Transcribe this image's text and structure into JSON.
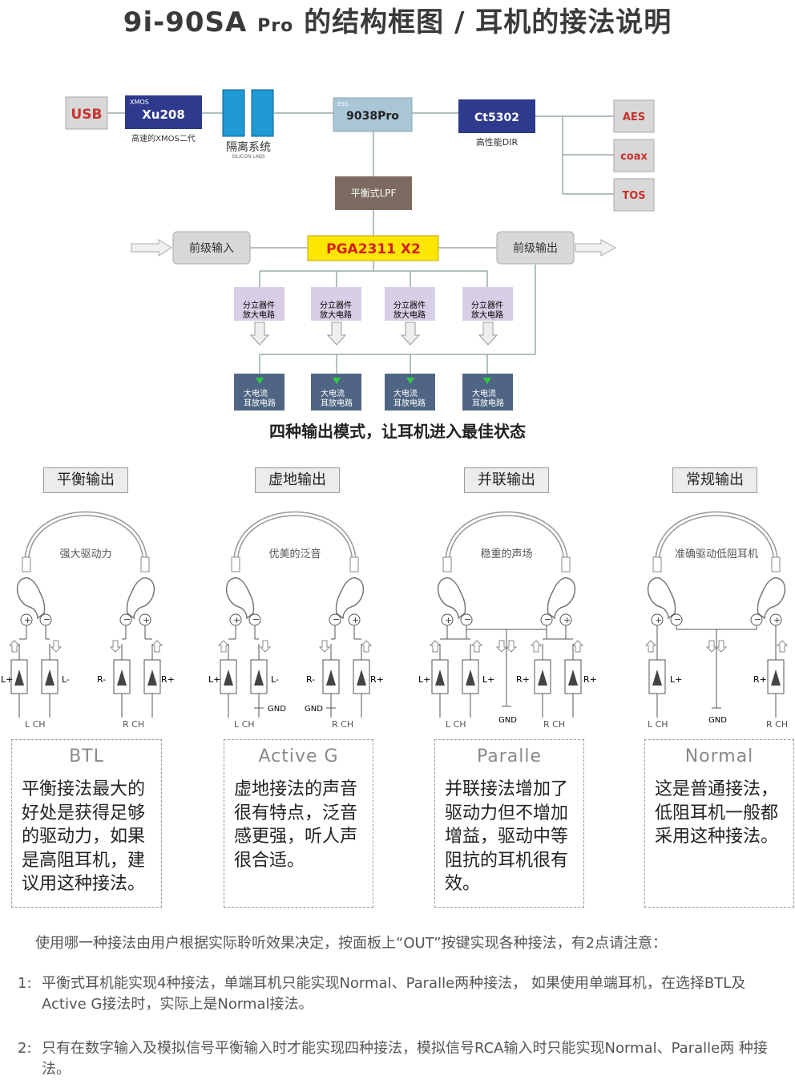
{
  "title": {
    "main": "9i-90SA",
    "pro": "Pro",
    "rest": "的结构框图 / 耳机的接法说明"
  },
  "blocks": {
    "usb": "USB",
    "xmos_small": "XMOS",
    "xmos": "Xu208",
    "xmos_caption": "高速的XMOS二代",
    "iso_caption": "隔离系统",
    "iso_sub": "SILICON LABS",
    "ess_small": "ESS",
    "dac": "9038Pro",
    "dir": "Ct5302",
    "dir_caption": "高性能DIR",
    "aes": "AES",
    "coax": "coax",
    "tos": "TOS",
    "lpf": "平衡式LPF",
    "pre_in": "前级输入",
    "pga": "PGA2311 X2",
    "pre_out": "前级输出",
    "amp1_line1": "分立器件",
    "amp1_line2": "放大电路",
    "hp_line1": "大电流",
    "hp_line2": "耳放电路"
  },
  "heading": "四种输出模式，让耳机进入最佳状态",
  "modes": [
    {
      "label": "平衡输出",
      "phone_text": "强大驱动力",
      "en": "BTL",
      "desc": "平衡接法最大的好处是获得足够的驱动力，如果是高阻耳机，建议用这种接法。"
    },
    {
      "label": "虚地输出",
      "phone_text": "优美的泛音",
      "en": "Active G",
      "desc": "虚地接法的声音很有特点，泛音感更强，听人声很合适。"
    },
    {
      "label": "并联输出",
      "phone_text": "稳重的声场",
      "en": "Paralle",
      "desc": "并联接法增加了驱动力但不增加增益，驱动中等阻抗的耳机很有效。"
    },
    {
      "label": "常规输出",
      "phone_text": "准确驱动低阻耳机",
      "en": "Normal",
      "desc": "这是普通接法，低阻耳机一般都采用这种接法。"
    }
  ],
  "wiring": {
    "lplus": "L+",
    "lminus": "L-",
    "rminus": "R-",
    "rplus": "R+",
    "lch": "L CH",
    "rch": "R CH",
    "gnd": "GND"
  },
  "notes": {
    "intro": "使用哪一种接法由用户根据实际聆听效果决定，按面板上“OUT”按键实现各种接法，有2点请注意：",
    "n1_num": "1:",
    "n1": "平衡式耳机能实现4种接法，单端耳机只能实现Normal、Paralle两种接法， 如果使用单端耳机，在选择BTL及Active G接法时，实际上是Normal接法。",
    "n2_num": "2:",
    "n2": "只有在数字输入及模拟信号平衡输入时才能实现四种接法，模拟信号RCA输入时只能实现Normal、Paralle两 种接法。"
  },
  "colors": {
    "usb_red": "#c8322c",
    "xmos_blue": "#2e3a8c",
    "iso_blue": "#1f9ad6",
    "dac_box": "#a9c6d6",
    "dir_blue": "#2e3a8c",
    "lpf_brown": "#7d6a60",
    "pga_yellow": "#ffe600",
    "pga_text": "#d42020",
    "amp_purple": "#d8cfe6",
    "hp_slate": "#4f6583"
  }
}
